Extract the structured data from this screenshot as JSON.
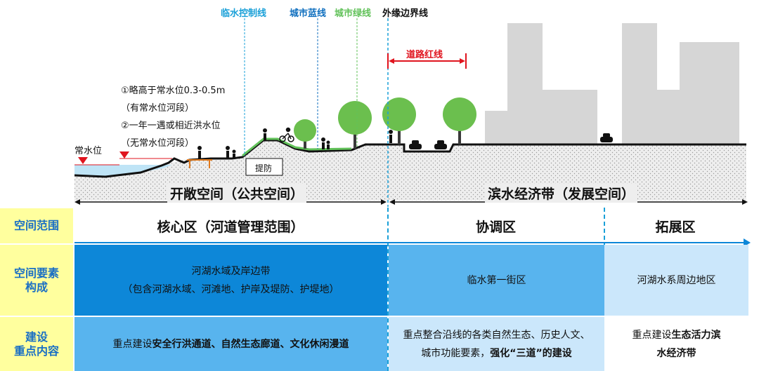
{
  "top_labels": {
    "flood_line": "临水控制线",
    "blue_line": "城市蓝线",
    "green_line": "城市绿线",
    "outer_line": "外缘边界线",
    "road_red_line": "道路红线"
  },
  "annotations": {
    "normal_water": "常水位",
    "note1": "①略高于常水位0.3-0.5m",
    "note1b": "（有常水位河段）",
    "note2": "②一年一遇或相近洪水位",
    "note2b": "（无常水位河段）",
    "dyke": "提防"
  },
  "zones": {
    "open_space": "开敞空间（公共空间）",
    "riverside_belt": "滨水经济带（发展空间）"
  },
  "rows": [
    {
      "header": "空间范围"
    },
    {
      "header": "空间要素构成",
      "header_lines": [
        "空间要素",
        "构成"
      ]
    },
    {
      "header": "建设重点内容",
      "header_lines": [
        "建设",
        "重点内容"
      ]
    }
  ],
  "columns": [
    {
      "range": "核心区（河道管理范围）",
      "elements_line1": "河湖水域及岸边带",
      "elements_line2": "（包含河湖水域、河滩地、护岸及堤防、护堤地）",
      "focus_prefix": "重点建设",
      "focus_bold": "安全行洪通道、自然生态廊道、文化休闲漫道"
    },
    {
      "range": "协调区",
      "elements_line1": "临水第一街区",
      "focus_line1": "重点整合沿线的各类自然生态、历史人文、",
      "focus_line2_prefix": "城市功能要素，",
      "focus_line2_bold": "强化“三道”的建设"
    },
    {
      "range": "拓展区",
      "elements_line1": "河湖水系周边地区",
      "focus_prefix": "重点建设",
      "focus_bold1": "生态活力滨",
      "focus_bold2": "水经济带"
    }
  ],
  "colors": {
    "core_blue": "#0d87d8",
    "coord_blue": "#58b4ee",
    "expand_blue": "#cbe7fb",
    "header_yellow": "#ffff9e",
    "header_text": "#1a6fc4",
    "line_cyan": "#1aa0d8",
    "line_blue": "#0f6fbf",
    "line_green": "#62c25a",
    "red": "#e0141e",
    "tree_green": "#6bbf4e",
    "building_gray": "#d6d6d6"
  }
}
